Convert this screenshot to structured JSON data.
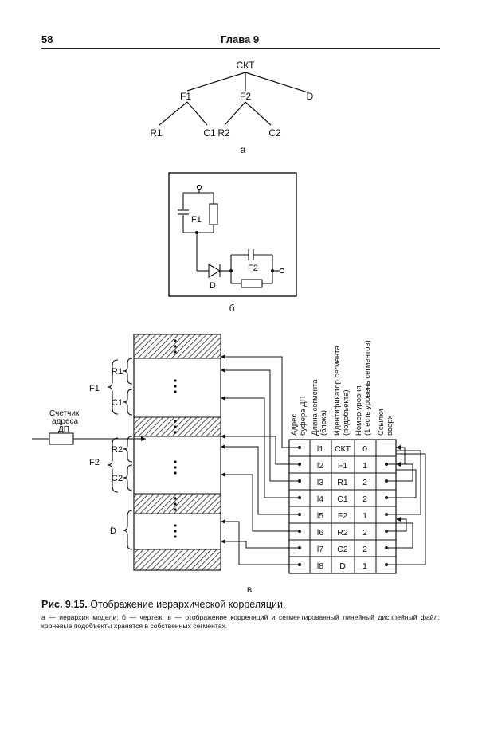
{
  "header": {
    "page_number": "58",
    "chapter": "Глава 9"
  },
  "tree": {
    "root": "СКТ",
    "level1": [
      "F1",
      "F2",
      "D"
    ],
    "leaves": [
      "R1",
      "C1",
      "R2",
      "C2"
    ],
    "label": "а"
  },
  "circuit": {
    "labels": [
      "F1",
      "F2",
      "D"
    ],
    "label": "б"
  },
  "mapping": {
    "counter_label": [
      "Счетчик",
      "адреса",
      "ДП"
    ],
    "brace_groups": [
      "F1",
      "F2",
      "D"
    ],
    "brace_items": [
      "R1",
      "C1",
      "R2",
      "C2"
    ],
    "column_headers": [
      [
        "Адрес",
        "буфера ДП"
      ],
      [
        "Длина сегмента",
        "(блока)"
      ],
      [
        "Идентификатор сегмента",
        "(подобъекта)"
      ],
      [
        "Номер уровня",
        "(1 есть уровень сегментов)"
      ],
      [
        "Ссылки",
        "вверх"
      ]
    ],
    "rows": [
      {
        "length": "l1",
        "id": "СКТ",
        "level": "0"
      },
      {
        "length": "l2",
        "id": "F1",
        "level": "1"
      },
      {
        "length": "l3",
        "id": "R1",
        "level": "2"
      },
      {
        "length": "l4",
        "id": "C1",
        "level": "2"
      },
      {
        "length": "l5",
        "id": "F2",
        "level": "1"
      },
      {
        "length": "l6",
        "id": "R2",
        "level": "2"
      },
      {
        "length": "l7",
        "id": "C2",
        "level": "2"
      },
      {
        "length": "l8",
        "id": "D",
        "level": "1"
      }
    ],
    "label": "в"
  },
  "caption": {
    "label": "Рис. 9.15.",
    "title": "Отображение иерархической корреляции.",
    "body": "а — иерархия модели; б — чертеж; в — отображение корреляций и сегментированный линейный дисплейный файл; корневые подобъекты хранятся в собственных сегментах."
  }
}
